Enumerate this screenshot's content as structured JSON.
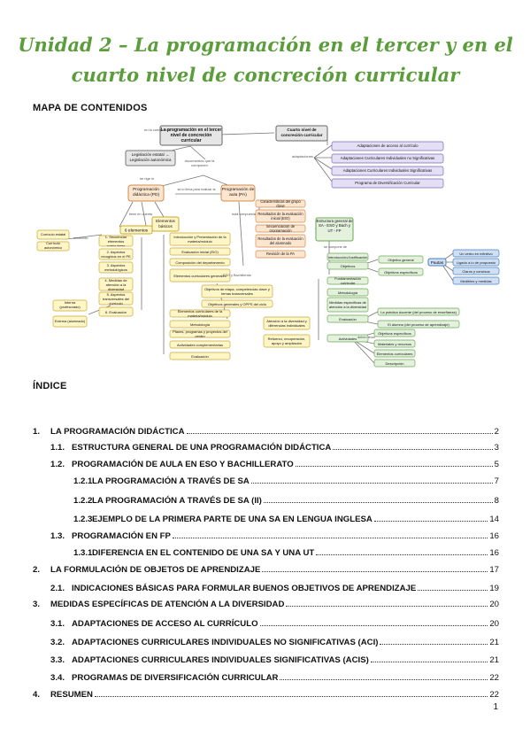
{
  "title": "Unidad 2 – La programación en el tercer y en el cuarto nivel de concreción curricular",
  "map_label": "MAPA DE CONTENIDOS",
  "index_label": "ÍNDICE",
  "concept_map": {
    "center": "La programación en el tercer nivel de concreción curricular",
    "fourth": "Cuarto nivel de concreción curricular",
    "fourth_link": "adaptaciones",
    "fourth_items": [
      "Adaptaciones de acceso al currículo",
      "Adaptaciones Curriculares Individuales no Significativas",
      "Adaptaciones Curriculares Individuales Significativas",
      "Programa de Diversificación Curricular"
    ],
    "link_en": "en la concreción",
    "legislation": "Legislación estatal → Legislación autonómica",
    "documents": "documentos que la componen",
    "pd": "Programación didáctica (PD)",
    "pa": "Programación de aula (PA)",
    "link_pd_pa": "se lo lleva para realizar la",
    "pd_link": "se rige in",
    "pd_elements_link": "tiene en cuenta",
    "elementos_basicos": "Elementos básicos",
    "six_elements": "6 elementos",
    "six_items": [
      "1. Secuenciar elementos curriculares",
      "2. Aspectos recogidos en el PE",
      "3. Aspectos metodológicos",
      "4. Medidas de atención a la diversidad",
      "5. Aspectos transversales del currículo",
      "6. Evaluación"
    ],
    "curriculum": [
      "Currículo estatal",
      "Currículo autonómico"
    ],
    "curriculum_link": "contenido",
    "eval_types": [
      "Interna (profesorado)",
      "Externa (alumnado)"
    ],
    "basic_items": [
      "Introducción y Presentación de la materia/módulo",
      "Evaluación inicial (EIO)",
      "Composición del departamento",
      "Elementos curriculares generales",
      "Elementos curriculares de la materia/módulo",
      "Metodología",
      "Planes, programas y proyectos del centro",
      "Actividades complementarias",
      "Evaluación"
    ],
    "objectives": [
      "Objetivos de etapa, competencias clave y temas transversales",
      "Objetivos generales y OPPS del ciclo"
    ],
    "objectives_link": "ESO y Bachillerato",
    "diversity": [
      "Atención a la diversidad y diferencias individuales",
      "Refuerzo, recuperación, apoyo y ampliación"
    ],
    "pa_link": "está compuesta por",
    "pa_items": [
      "Características del grupo clase",
      "Resultados de la evaluación inicial (EIO)",
      "Secuenciación de programación",
      "Resultados de la evaluación del alumnado",
      "Revisión de la PA"
    ],
    "sa_structure": "Estructura general de SA - ESO y Bach y UT - FP",
    "sa_link": "se compone de",
    "sa_items": [
      "Introducción/Justificación",
      "Objetivos",
      "Fundamentación curricular",
      "Metodología",
      "Medidas específicas de atención a la diversidad",
      "Evaluación",
      "Actividades"
    ],
    "objetivos_sub": [
      "Objetivo general",
      "Objetivos específicos"
    ],
    "pautas": "Pautas",
    "pautas_items": [
      "Un verbo en infinitivo",
      "Ligado a lo de propuesto",
      "Claros y concisos",
      "Medibles y medidas"
    ],
    "evaluacion_sub": [
      "La práctica docente (del proceso de enseñanza)",
      "El alumno (del proceso de aprendizaje)"
    ],
    "actividades_link": "deben tener",
    "actividades_sub": [
      "Objetivos específicos",
      "Materiales y recursos",
      "Elementos curriculares",
      "Descripción"
    ]
  },
  "toc": [
    {
      "number": "1.",
      "title": "LA PROGRAMACIÓN DIDÁCTICA",
      "page": "2",
      "level": 1
    },
    {
      "number": "1.1.",
      "title": "ESTRUCTURA GENERAL DE UNA PROGRAMACIÓN DIDÁCTICA",
      "page": "3",
      "level": 2
    },
    {
      "number": "1.2.",
      "title": "PROGRAMACIÓN DE AULA EN ESO Y BACHILLERATO",
      "page": "5",
      "level": 2
    },
    {
      "number": "1.2.1.",
      "title": "LA PROGRAMACIÓN A TRAVÉS DE SA",
      "page": "7",
      "level": 3
    },
    {
      "number": "1.2.2.",
      "title": "LA PROGRAMACIÓN A TRAVÉS DE SA (II)",
      "page": "8",
      "level": 3
    },
    {
      "number": "1.2.3.",
      "title": "EJEMPLO DE LA PRIMERA PARTE DE UNA SA EN LENGUA INGLESA",
      "page": "14",
      "level": 3
    },
    {
      "number": "1.3.",
      "title": "PROGRAMACIÓN EN FP",
      "page": "16",
      "level": 2
    },
    {
      "number": "1.3.1.",
      "title": "DIFERENCIA EN EL CONTENIDO DE UNA SA Y UNA UT",
      "page": "16",
      "level": 3
    },
    {
      "number": "2.",
      "title": "LA FORMULACIÓN DE OBJETOS DE APRENDIZAJE",
      "page": "17",
      "level": 1
    },
    {
      "number": "2.1.",
      "title": "INDICACIONES BÁSICAS PARA FORMULAR BUENOS OBJETIVOS DE APRENDIZAJE",
      "page": "19",
      "level": 2
    },
    {
      "number": "3.",
      "title": "MEDIDAS ESPECÍFICAS DE ATENCIÓN A LA DIVERSIDAD",
      "page": "20",
      "level": 1
    },
    {
      "number": "3.1.",
      "title": "ADAPTACIONES DE ACCESO AL CURRÍCULO",
      "page": "20",
      "level": 2
    },
    {
      "number": "3.2.",
      "title": "ADAPTACIONES CURRICULARES INDIVIDUALES NO SIGNIFICATIVAS (ACI)",
      "page": "21",
      "level": 2
    },
    {
      "number": "3.3.",
      "title": "ADAPTACIONES CURRICULARES INDIVIDUALES SIGNIFICATIVAS (ACIS)",
      "page": "21",
      "level": 2
    },
    {
      "number": "3.4.",
      "title": "PROGRAMAS DE DIVERSIFICACIÓN CURRICULAR",
      "page": "22",
      "level": 2
    },
    {
      "number": "4.",
      "title": "RESUMEN",
      "page": "22",
      "level": 1
    }
  ],
  "page_number": "1"
}
